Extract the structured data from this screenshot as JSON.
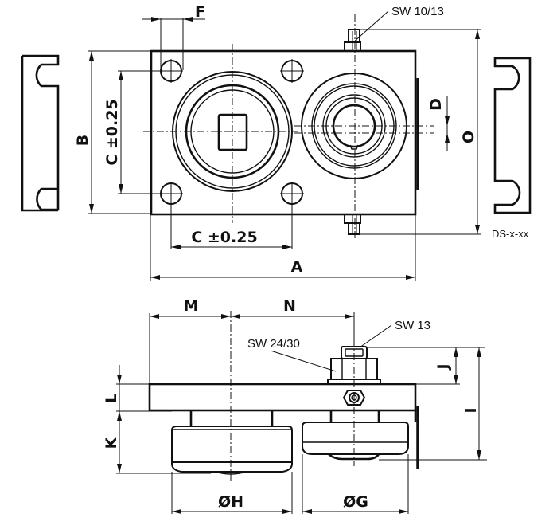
{
  "drawing": {
    "reference": "DS-x-xx",
    "top_view": {
      "dimensions": {
        "A": "A",
        "B": "B",
        "C_horizontal": "C ±0.25",
        "C_vertical": "C ±0.25",
        "D": "D",
        "F": "F",
        "O": "O"
      },
      "callouts": {
        "wrench_size_top": "SW 10/13"
      }
    },
    "side_view": {
      "dimensions": {
        "M": "M",
        "N": "N",
        "L": "L",
        "K": "K",
        "J": "J",
        "I": "I",
        "H": "ØH",
        "G": "ØG"
      },
      "callouts": {
        "wrench_size_nut": "SW 24/30",
        "wrench_size_bolt": "SW 13"
      }
    }
  },
  "colors": {
    "line": "#111111",
    "background": "#ffffff"
  }
}
